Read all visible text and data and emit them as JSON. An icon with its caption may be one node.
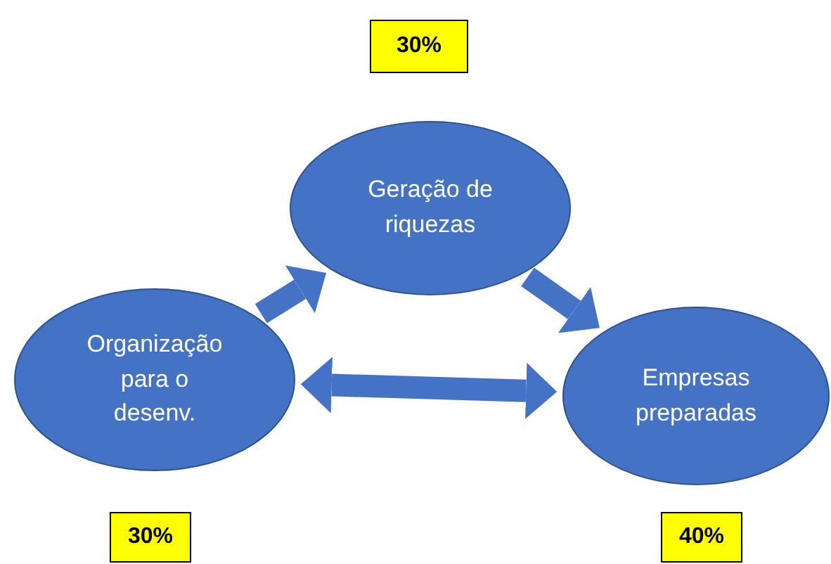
{
  "diagram": {
    "nodes": [
      {
        "text": [
          "30%"
        ]
      },
      {
        "text": [
          "Geração de riquezas"
        ]
      },
      {
        "text": [
          "Organização para o desenv."
        ]
      },
      {
        "text": [
          "Empresas preparadas"
        ]
      },
      {
        "text": [
          "30%"
        ]
      },
      {
        "text": [
          "40%"
        ]
      }
    ],
    "edges": [
      {
        "from": 2,
        "to": 1,
        "arrow": "to"
      },
      {
        "from": 1,
        "to": 3,
        "arrow": "to"
      },
      {
        "from": 2,
        "to": 3,
        "arrow": "both"
      }
    ]
  }
}
